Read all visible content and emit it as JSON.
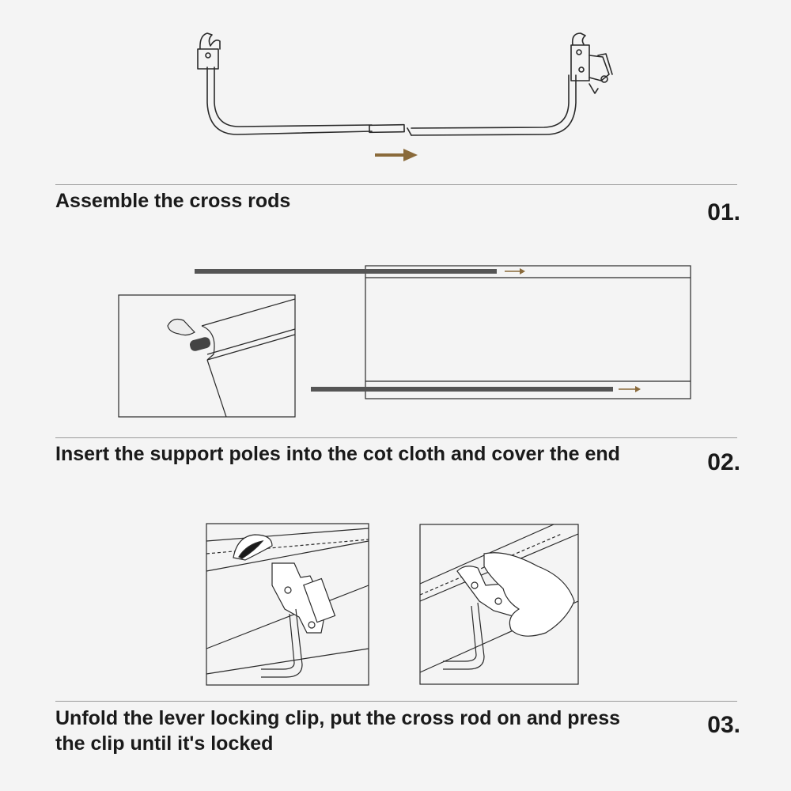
{
  "steps": [
    {
      "number": "01.",
      "title": "Assemble the cross rods"
    },
    {
      "number": "02.",
      "title": "Insert the support poles into the cot cloth and cover the end"
    },
    {
      "number": "03.",
      "title": "Unfold the lever locking clip, put the cross rod on and press the clip until it's locked"
    }
  ],
  "colors": {
    "background": "#f4f4f4",
    "line": "#2a2a2a",
    "arrow": "#8a6a3a",
    "pole": "#555555",
    "divider": "#9a9a9a"
  }
}
